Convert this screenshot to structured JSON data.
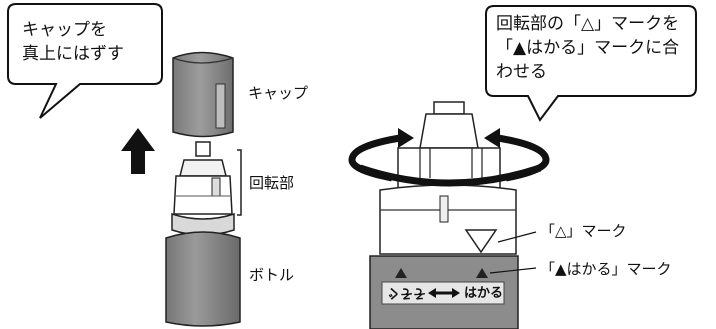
{
  "left_panel": {
    "callout_line1": "キャップを",
    "callout_line2": "真上にはずす",
    "label_cap": "キャップ",
    "label_rotating": "回転部",
    "label_bottle": "ボトル"
  },
  "right_panel": {
    "callout_line1": "回転部の「△」マークを",
    "callout_line2": "「▲はかる」マークに合",
    "callout_line3": "わせる",
    "label_triangle_mark": "「△」マーク",
    "label_measure_mark": "「▲はかる」マーク",
    "base_left_text": "そそぐ",
    "base_right_text": "はかる"
  },
  "colors": {
    "stroke": "#111111",
    "bottle_gray": "#888888",
    "base_gray": "#8c8c8c",
    "cap_gray": "#8a8a8a"
  },
  "icons": [
    "up-arrow-icon",
    "rotate-arrows-icon",
    "double-arrow-icon"
  ]
}
